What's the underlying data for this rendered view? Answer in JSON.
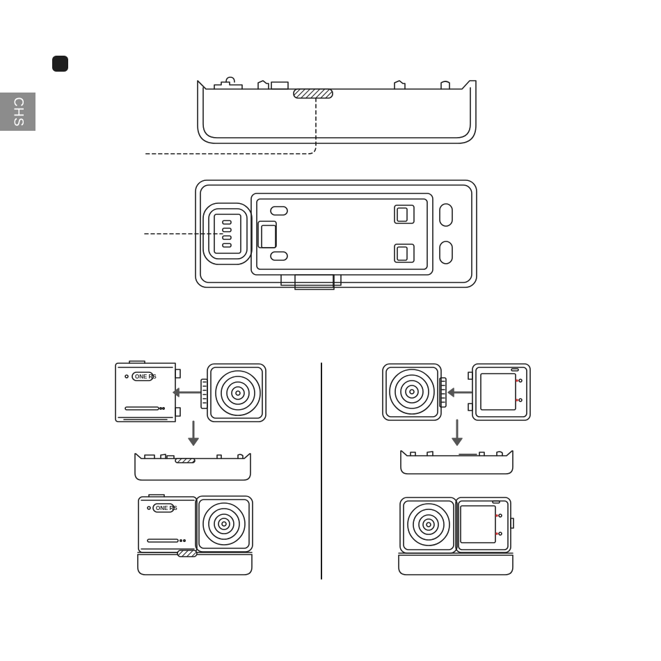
{
  "side_tab": {
    "label": "CHS",
    "color": "#8c8c8c"
  },
  "step_marker": {
    "color": "#1e1e1e"
  },
  "figures": {
    "top_mount_side": "mount-base-side-view",
    "top_mount_top": "mount-base-top-view",
    "left_assembly": "camera-with-core-and-lens-assembly",
    "right_assembly": "camera-with-screen-and-lens-assembly"
  },
  "camera_badge": {
    "text": "ONE RS"
  }
}
